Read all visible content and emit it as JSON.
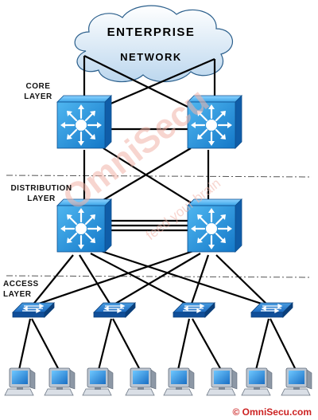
{
  "cloud": {
    "line1": "ENTERPRISE",
    "line2": "NETWORK"
  },
  "layers": {
    "core": [
      "CORE",
      "LAYER"
    ],
    "distribution": [
      "DISTRIBUTION",
      "LAYER"
    ],
    "access": [
      "ACCESS",
      "LAYER"
    ]
  },
  "watermark": {
    "brand": "OmniSecu",
    "tagline": "feed your brain"
  },
  "copyright": "© OmniSecu.com",
  "colors": {
    "switch_blue": "#1e8fd8",
    "access_switch_blue": "#1763b8",
    "watermark": "#f2b4a8",
    "copyright": "#cc2222"
  },
  "icons": {
    "core_switch": "multilayer-switch-icon",
    "distribution_switch": "multilayer-switch-icon",
    "access_switch": "workgroup-switch-icon",
    "endpoint": "pc-workstation-icon"
  }
}
